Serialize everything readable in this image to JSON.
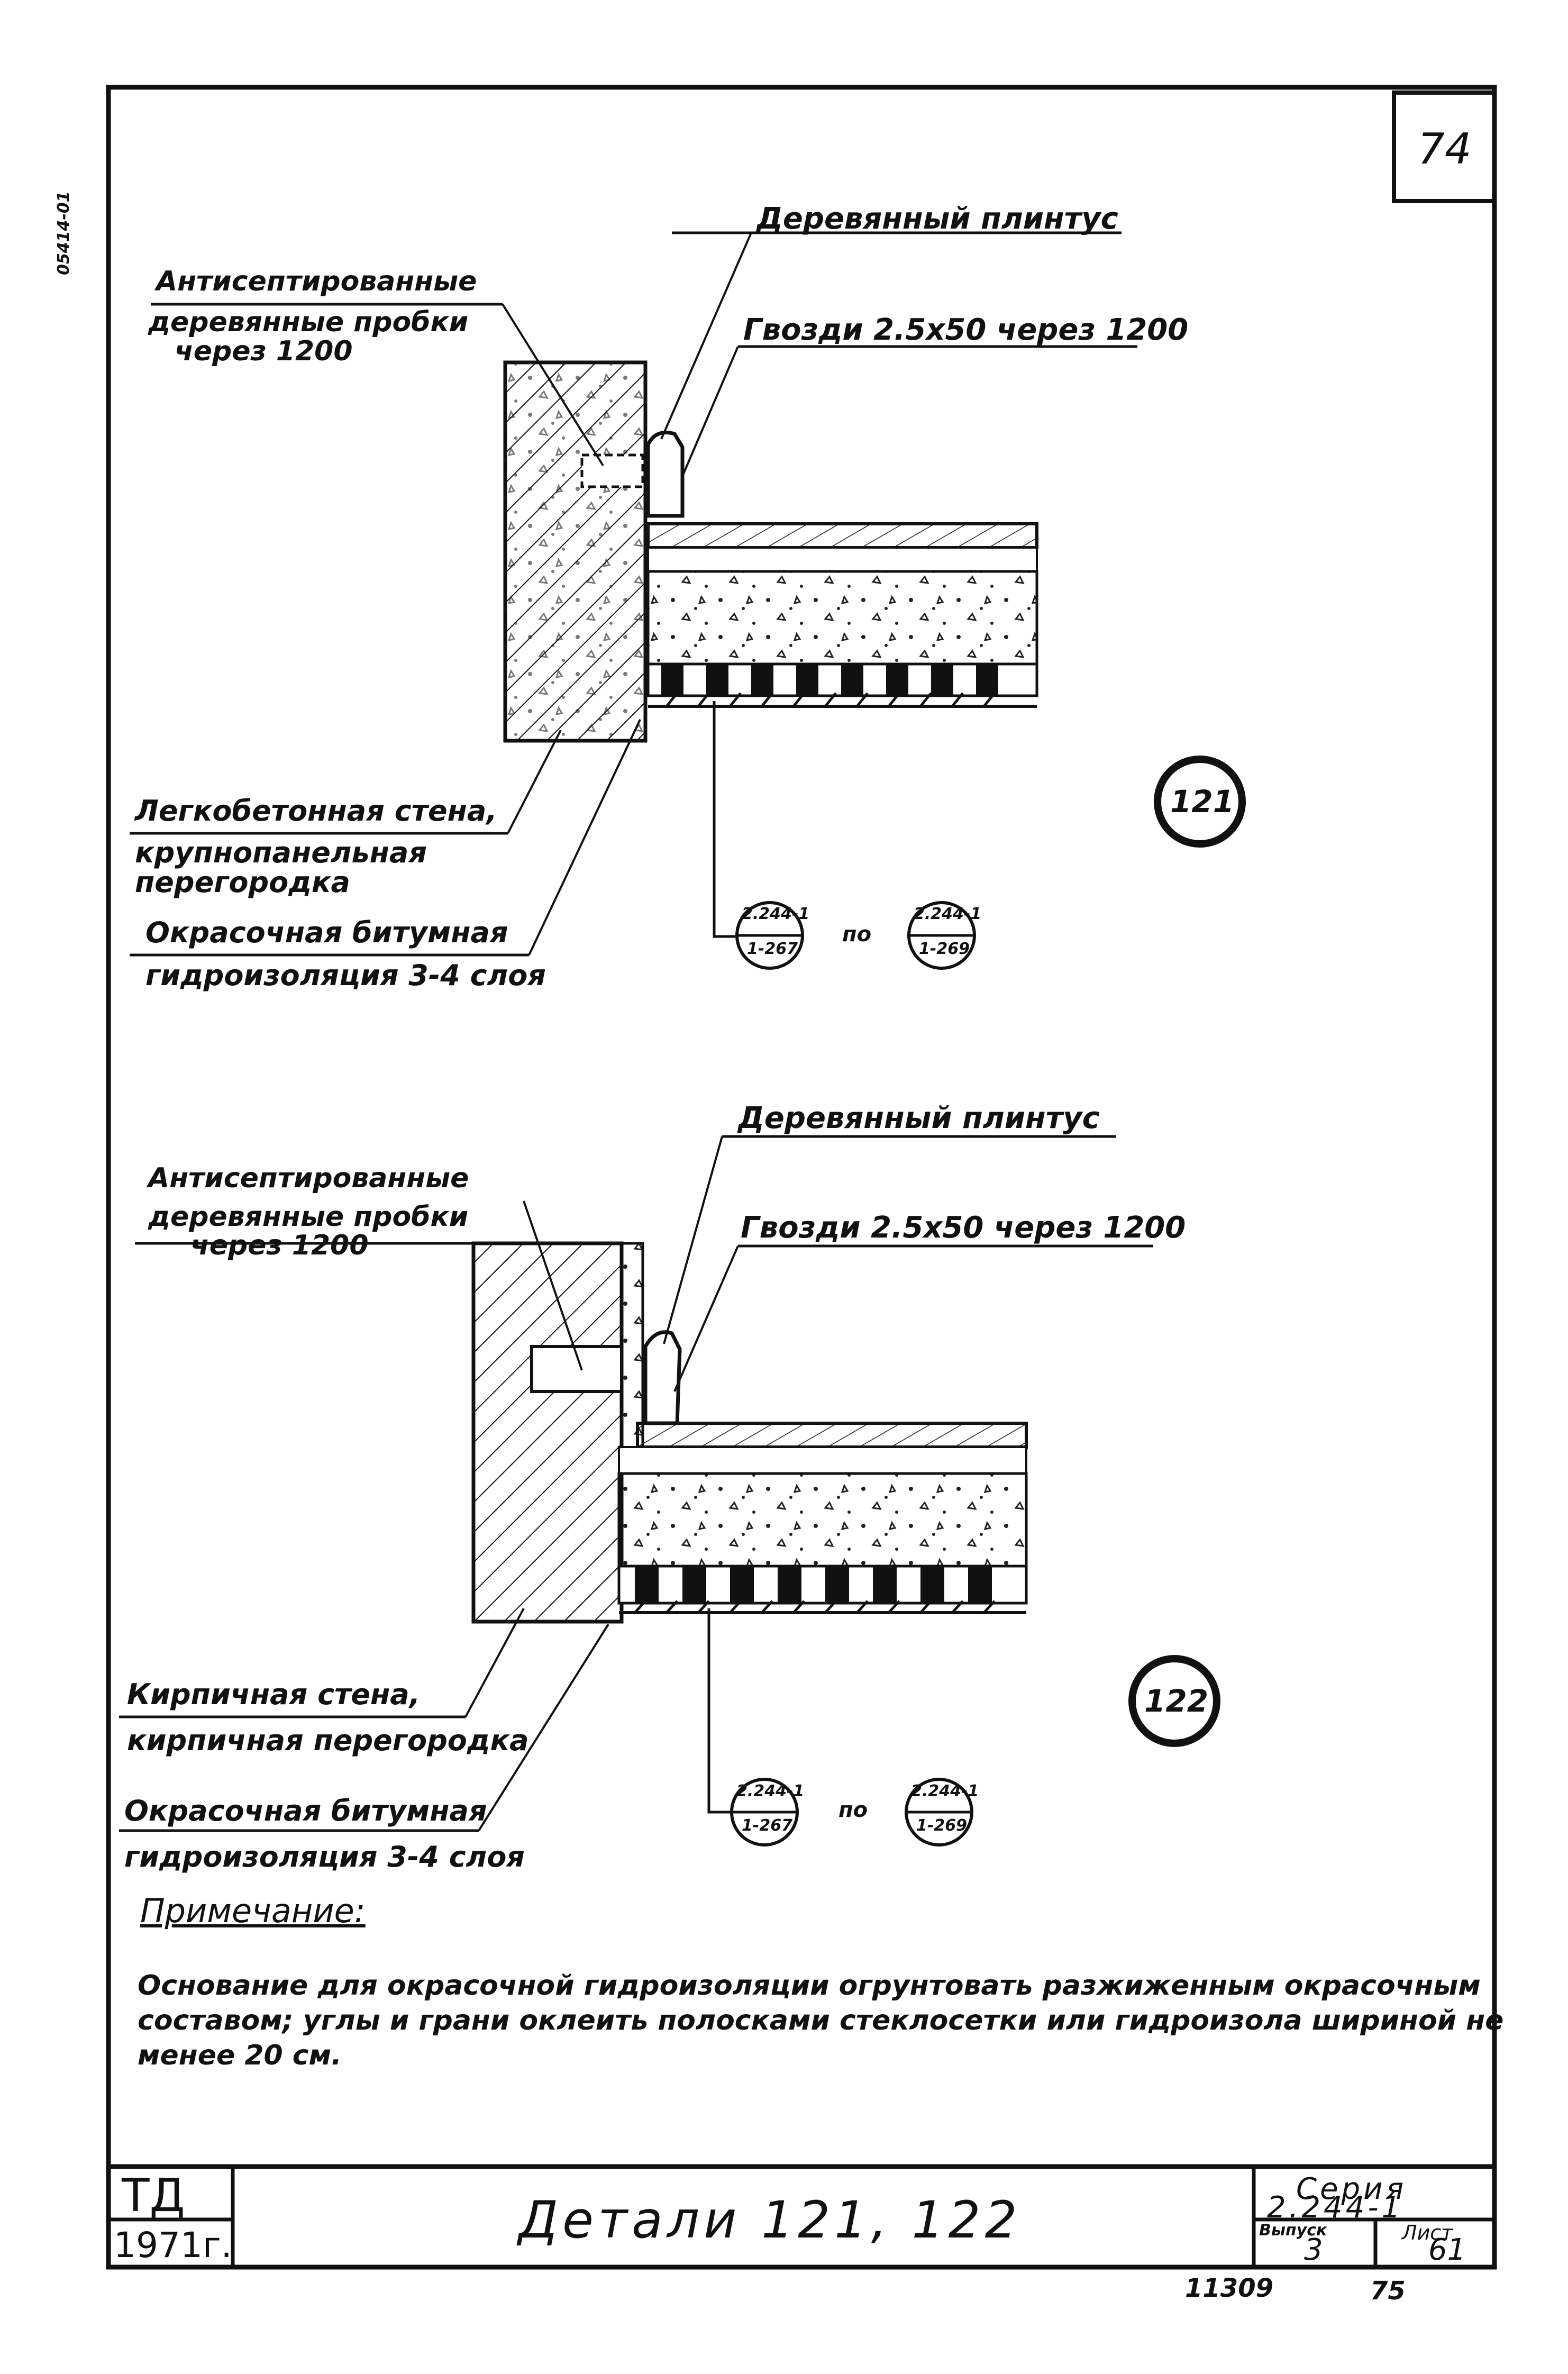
{
  "sheet_number": "74",
  "side_stamp": "05414-01",
  "detail_121": {
    "label_plinth": "Деревянный плинтус",
    "label_nails": "Гвозди 2.5х50 через 1200",
    "label_plugs": [
      "Антисептированные",
      "деревянные пробки",
      "через 1200"
    ],
    "label_wall": [
      "Легкобетонная стена,",
      "крупнопанельная",
      "перегородка"
    ],
    "label_insulation": [
      "Окрасочная битумная",
      "гидроизоляция 3-4 слоя"
    ],
    "marker": "121",
    "ref_from": {
      "top": "2.244-1",
      "bottom": "1-267"
    },
    "ref_word": "по",
    "ref_to": {
      "top": "2.244-1",
      "bottom": "1-269"
    }
  },
  "detail_122": {
    "label_plinth": "Деревянный плинтус",
    "label_nails": "Гвозди 2.5х50 через 1200",
    "label_plugs": [
      "Антисептированные",
      "деревянные пробки",
      "через 1200"
    ],
    "label_wall": [
      "Кирпичная стена,",
      "кирпичная перегородка"
    ],
    "label_insulation": [
      "Окрасочная битумная",
      "гидроизоляция 3-4 слоя"
    ],
    "marker": "122",
    "ref_from": {
      "top": "2.244-1",
      "bottom": "1-267"
    },
    "ref_word": "по",
    "ref_to": {
      "top": "2.244-1",
      "bottom": "1-269"
    }
  },
  "note": {
    "heading": "Примечание:",
    "text": "Основание для окрасочной гидроизоляции огрунтовать разжиженным окрасочным составом; углы и грани оклеить полосками стеклосетки или гидроизола шириной не менее 20 см."
  },
  "title_block": {
    "org": "ТД",
    "year": "1971г.",
    "title": "Детали 121, 122",
    "series_label": "Серия",
    "series": "2.244-1",
    "issue_label": "Выпуск",
    "issue": "3",
    "sheet_label": "Лист",
    "sheet": "61"
  },
  "footer": {
    "left": "11309",
    "right": "75"
  }
}
